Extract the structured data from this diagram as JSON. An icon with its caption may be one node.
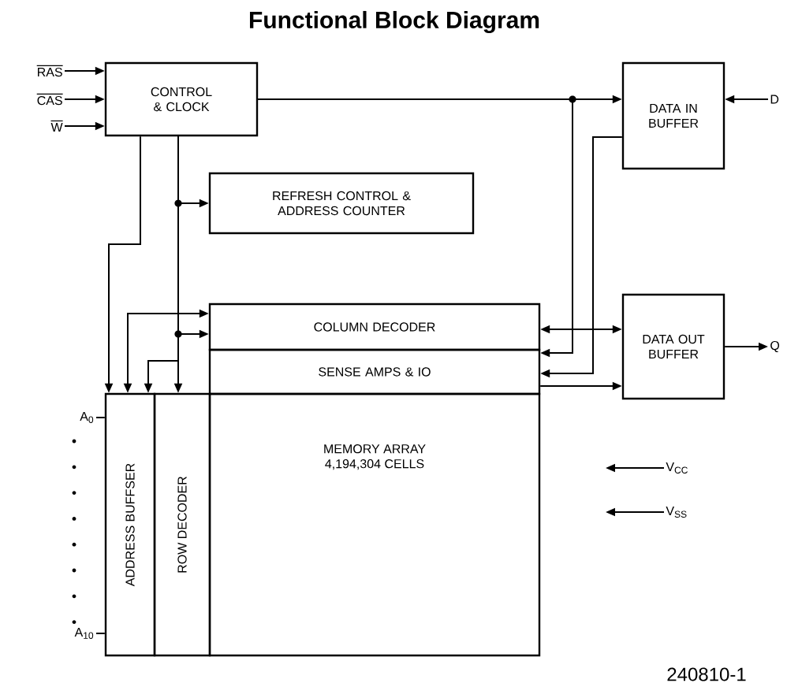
{
  "diagram": {
    "title": "Functional Block Diagram",
    "nodes": [
      {
        "text": [
          "RAS"
        ]
      },
      {
        "text": [
          "CAS"
        ]
      },
      {
        "text": [
          "W"
        ]
      },
      {
        "text": [
          "CONTROL & CLOCK"
        ]
      },
      {
        "text": [
          "REFRESH CONTROL & ADDRESS COUNTER"
        ]
      },
      {
        "text": [
          "DATA IN BUFFER"
        ]
      },
      {
        "text": [
          "D"
        ]
      },
      {
        "text": [
          "COLUMN DECODER"
        ]
      },
      {
        "text": [
          "SENSE AMPS & IO"
        ]
      },
      {
        "text": [
          "DATA OUT BUFFER"
        ]
      },
      {
        "text": [
          "Q"
        ]
      },
      {
        "text": [
          "ADDRESS BUFFSER"
        ]
      },
      {
        "text": [
          "ROW DECODER"
        ]
      },
      {
        "text": [
          "MEMORY ARRAY 4,194,304 CELLS"
        ]
      },
      {
        "text": [
          "A$_{0}$"
        ]
      },
      {
        "text": [
          "A$_{10}$"
        ]
      },
      {
        "text": [
          "V$_{CC}$"
        ]
      },
      {
        "text": [
          "V$_{SS}$"
        ]
      }
    ],
    "edges": [
      {
        "from": 0,
        "to": 3,
        "arrow": "to"
      },
      {
        "from": 1,
        "to": 3,
        "arrow": "to"
      },
      {
        "from": 2,
        "to": 3,
        "arrow": "to"
      },
      {
        "from": 3,
        "to": 5,
        "arrow": "to"
      },
      {
        "from": 3,
        "to": 8,
        "arrow": "to"
      },
      {
        "from": 5,
        "to": 8,
        "arrow": "to"
      },
      {
        "from": 8,
        "to": 9,
        "arrow": "to"
      },
      {
        "from": 7,
        "to": 9,
        "arrow": "both"
      },
      {
        "from": 6,
        "to": 5,
        "arrow": "to"
      },
      {
        "from": 9,
        "to": 10,
        "arrow": "to"
      },
      {
        "from": 3,
        "to": 4,
        "arrow": "to"
      },
      {
        "from": 3,
        "to": 7,
        "arrow": "to"
      },
      {
        "from": 3,
        "to": 11,
        "arrow": "to"
      },
      {
        "from": 11,
        "to": 7,
        "arrow": "both"
      },
      {
        "from": 3,
        "to": 11,
        "arrow": "to"
      },
      {
        "from": 3,
        "to": 12,
        "arrow": "to"
      },
      {
        "from": 14,
        "to": 11,
        "arrow": "none"
      },
      {
        "from": 15,
        "to": 11,
        "arrow": "none"
      },
      {
        "from": 16,
        "to": null,
        "arrow": "to"
      },
      {
        "from": 17,
        "to": null,
        "arrow": "to"
      }
    ],
    "labels": [
      "240810-1"
    ]
  }
}
